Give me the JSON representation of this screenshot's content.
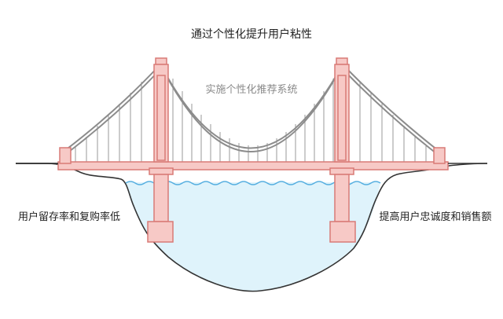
{
  "diagram": {
    "title": "通过个性化提升用户粘性",
    "bridge_label": "实施个性化推荐系统",
    "left_label": "用户留存率和复购率低",
    "right_label": "提高用户忠诚度和销售额",
    "colors": {
      "tower_fill": "#f7c9c6",
      "tower_stroke": "#d97a76",
      "cable": "#8c8c8c",
      "hanger": "#9a9a9a",
      "water": "#dff3fb",
      "water_line": "#55aee0",
      "ground": "#333333"
    }
  }
}
